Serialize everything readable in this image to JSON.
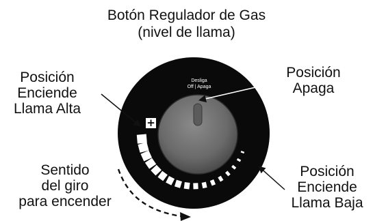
{
  "title": {
    "line1": "Botón Regulador de Gas",
    "line2": "(nivel de llama)"
  },
  "labels": {
    "on_high": [
      "Posición",
      "Enciende",
      "Llama Alta"
    ],
    "off": [
      "Posición",
      "Apaga"
    ],
    "rotation": [
      "Sentido",
      "del giro",
      "para encender"
    ],
    "on_low": [
      "Posición",
      "Enciende",
      "Llama Baja"
    ]
  },
  "dial": {
    "off_text_line1": "Desliga",
    "off_text_line2": "Off | Apaga",
    "plus_symbol": "+"
  },
  "icons": {
    "knob": "gas-knob-icon",
    "rotation_arrow": "dashed-curved-arrow-icon"
  },
  "colors": {
    "ring": "#0a0a0a",
    "knob": "#6a6a6a",
    "text": "#111111"
  }
}
